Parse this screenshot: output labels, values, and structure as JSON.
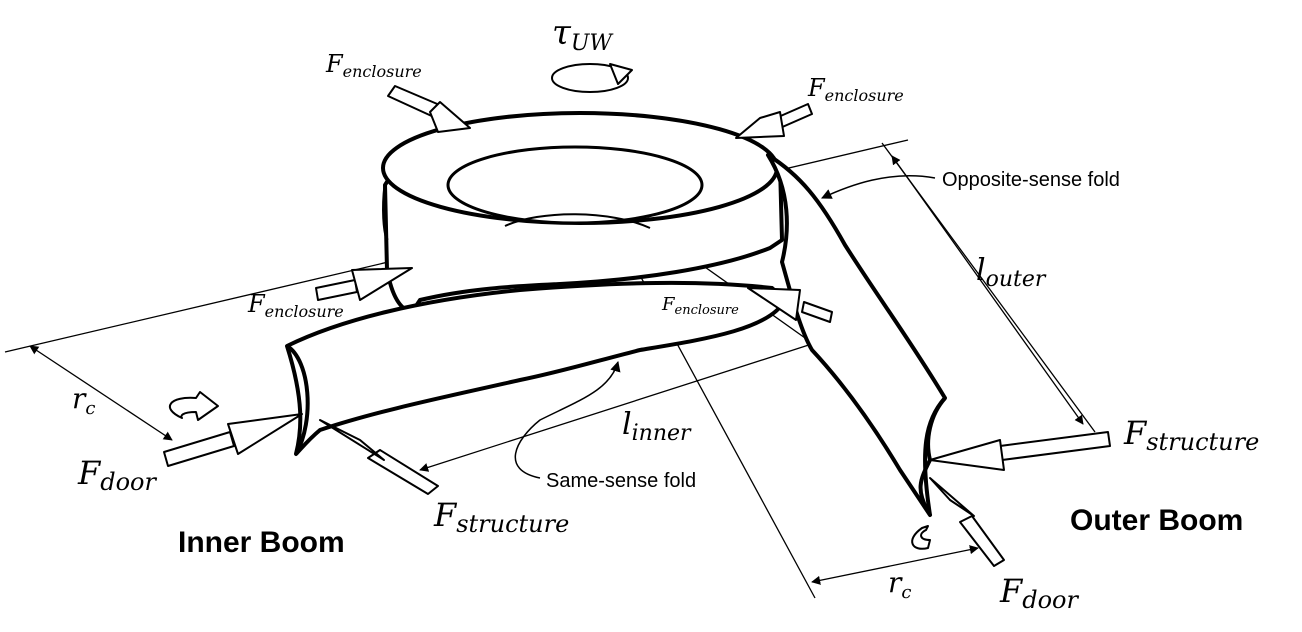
{
  "labels": {
    "tau": {
      "base": "τ",
      "sub": "UW"
    },
    "f_enclosure_top_left": {
      "base": "F",
      "sub": "enclosure"
    },
    "f_enclosure_top_right": {
      "base": "F",
      "sub": "enclosure"
    },
    "f_enclosure_mid_left": {
      "base": "F",
      "sub": "enclosure"
    },
    "f_enclosure_mid_right": {
      "base": "F",
      "sub": "enclosure"
    },
    "f_structure_inner": {
      "base": "F",
      "sub": "structure"
    },
    "f_structure_outer": {
      "base": "F",
      "sub": "structure"
    },
    "f_door_inner": {
      "base": "F",
      "sub": "door"
    },
    "f_door_outer": {
      "base": "F",
      "sub": "door"
    },
    "l_outer": {
      "base": "l",
      "sub": "outer"
    },
    "l_inner": {
      "base": "l",
      "sub": "inner"
    },
    "r_c_left": {
      "base": "r",
      "sub": "c"
    },
    "r_c_right": {
      "base": "r",
      "sub": "c"
    },
    "opposite_sense_fold": "Opposite-sense fold",
    "same_sense_fold": "Same-sense fold",
    "inner_boom": "Inner Boom",
    "outer_boom": "Outer Boom"
  }
}
